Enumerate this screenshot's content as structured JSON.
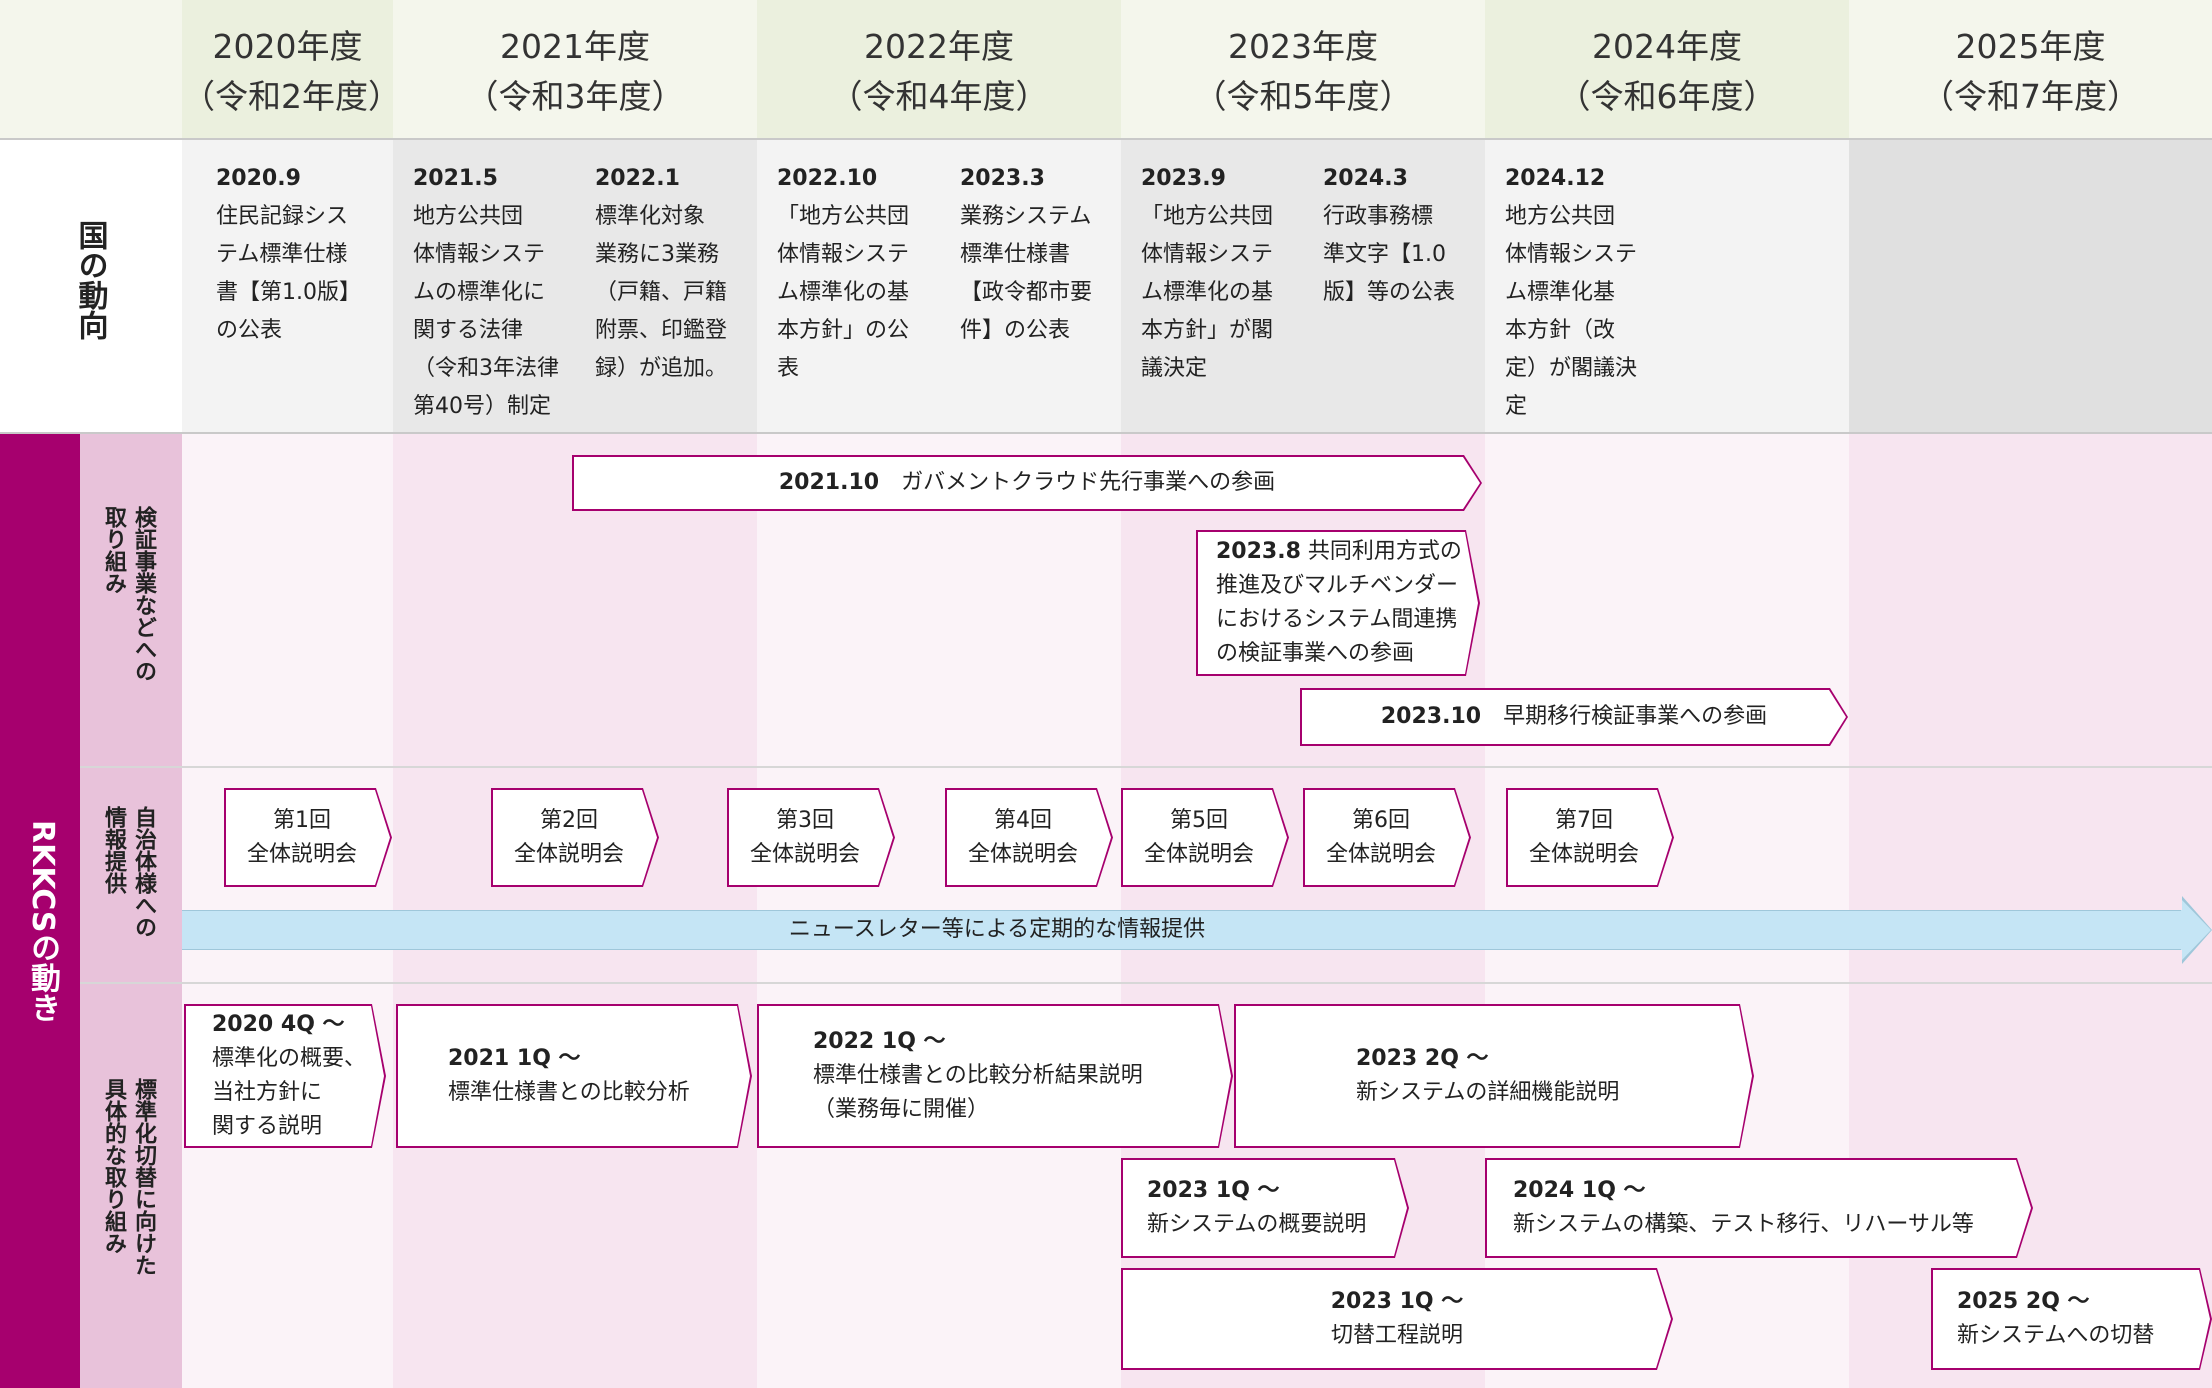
{
  "years": [
    {
      "year": "2020年度",
      "era": "（令和2年度）"
    },
    {
      "year": "2021年度",
      "era": "（令和3年度）"
    },
    {
      "year": "2022年度",
      "era": "（令和4年度）"
    },
    {
      "year": "2023年度",
      "era": "（令和5年度）"
    },
    {
      "year": "2024年度",
      "era": "（令和6年度）"
    },
    {
      "year": "2025年度",
      "era": "（令和7年度）"
    }
  ],
  "national": {
    "title": "国の動向",
    "items": [
      {
        "date": "2020.9",
        "text": "住民記録シス\nテム標準仕様\n書【第1.0版】\nの公表"
      },
      {
        "date": "2021.5",
        "text": "地方公共団\n体情報システ\nムの標準化に\n関する法律\n（令和3年法律\n第40号）制定"
      },
      {
        "date": "2022.1",
        "text": "標準化対象\n業務に3業務\n（戸籍、戸籍\n附票、印鑑登\n録）が追加。"
      },
      {
        "date": "2022.10",
        "text": "「地方公共団\n体情報システ\nム標準化の基\n本方針」の公\n表"
      },
      {
        "date": "2023.3",
        "text": "業務システム\n標準仕様書\n【政令都市要\n件】の公表"
      },
      {
        "date": "2023.9",
        "text": "「地方公共団\n体情報システ\nム標準化の基\n本方針」が閣\n議決定"
      },
      {
        "date": "2024.3",
        "text": "行政事務標\n準文字【1.0\n版】等の公表"
      },
      {
        "date": "2024.12",
        "text": "地方公共団\n体情報システ\nム標準化基\n本方針（改\n定）が閣議決\n定"
      }
    ]
  },
  "rkkcs": {
    "title": "RKKCSの動き",
    "sections": {
      "verification": "検証事業などへの\n取り組み",
      "info": "自治体様への\n情報提供",
      "standard": "標準化切替に向けた\n具体的な取り組み"
    }
  },
  "verification_items": [
    {
      "bold": "2021.10",
      "text": "ガバメントクラウド先行事業への参画"
    },
    {
      "bold": "2023.8",
      "text": "共同利用方式の\n推進及びマルチベンダー\nにおけるシステム間連携\nの検証事業への参画"
    },
    {
      "bold": "2023.10",
      "text": "早期移行検証事業への参画"
    }
  ],
  "briefings": [
    {
      "num": "第1回",
      "label": "全体説明会"
    },
    {
      "num": "第2回",
      "label": "全体説明会"
    },
    {
      "num": "第3回",
      "label": "全体説明会"
    },
    {
      "num": "第4回",
      "label": "全体説明会"
    },
    {
      "num": "第5回",
      "label": "全体説明会"
    },
    {
      "num": "第6回",
      "label": "全体説明会"
    },
    {
      "num": "第7回",
      "label": "全体説明会"
    }
  ],
  "newsletter": "ニュースレター等による定期的な情報提供",
  "standard_items": [
    {
      "bold": "2020 4Q ～",
      "text": "標準化の概要、\n当社方針に\n関する説明"
    },
    {
      "bold": "2021 1Q ～",
      "text": "標準仕様書との比較分析"
    },
    {
      "bold": "2022 1Q ～",
      "text": "標準仕様書との比較分析結果説明\n（業務毎に開催）"
    },
    {
      "bold": "2023 2Q ～",
      "text": "新システムの詳細機能説明"
    },
    {
      "bold": "2023 1Q ～",
      "text": "新システムの概要説明"
    },
    {
      "bold": "2024 1Q ～",
      "text": "新システムの構築、テスト移行、リハーサル等"
    },
    {
      "bold": "2023 1Q ～",
      "text": "切替工程説明"
    },
    {
      "bold": "2025 2Q ～",
      "text": "新システムへの切替"
    }
  ],
  "colors": {
    "accent": "#a6006e",
    "header_band": "#f4f6ec",
    "header_alt": "#ebf0de",
    "label_band": "#e8c2da",
    "pink_light": "#fbf3f8",
    "pink_alt": "#f7e5f0",
    "newsletter": "#c5e5f5"
  }
}
